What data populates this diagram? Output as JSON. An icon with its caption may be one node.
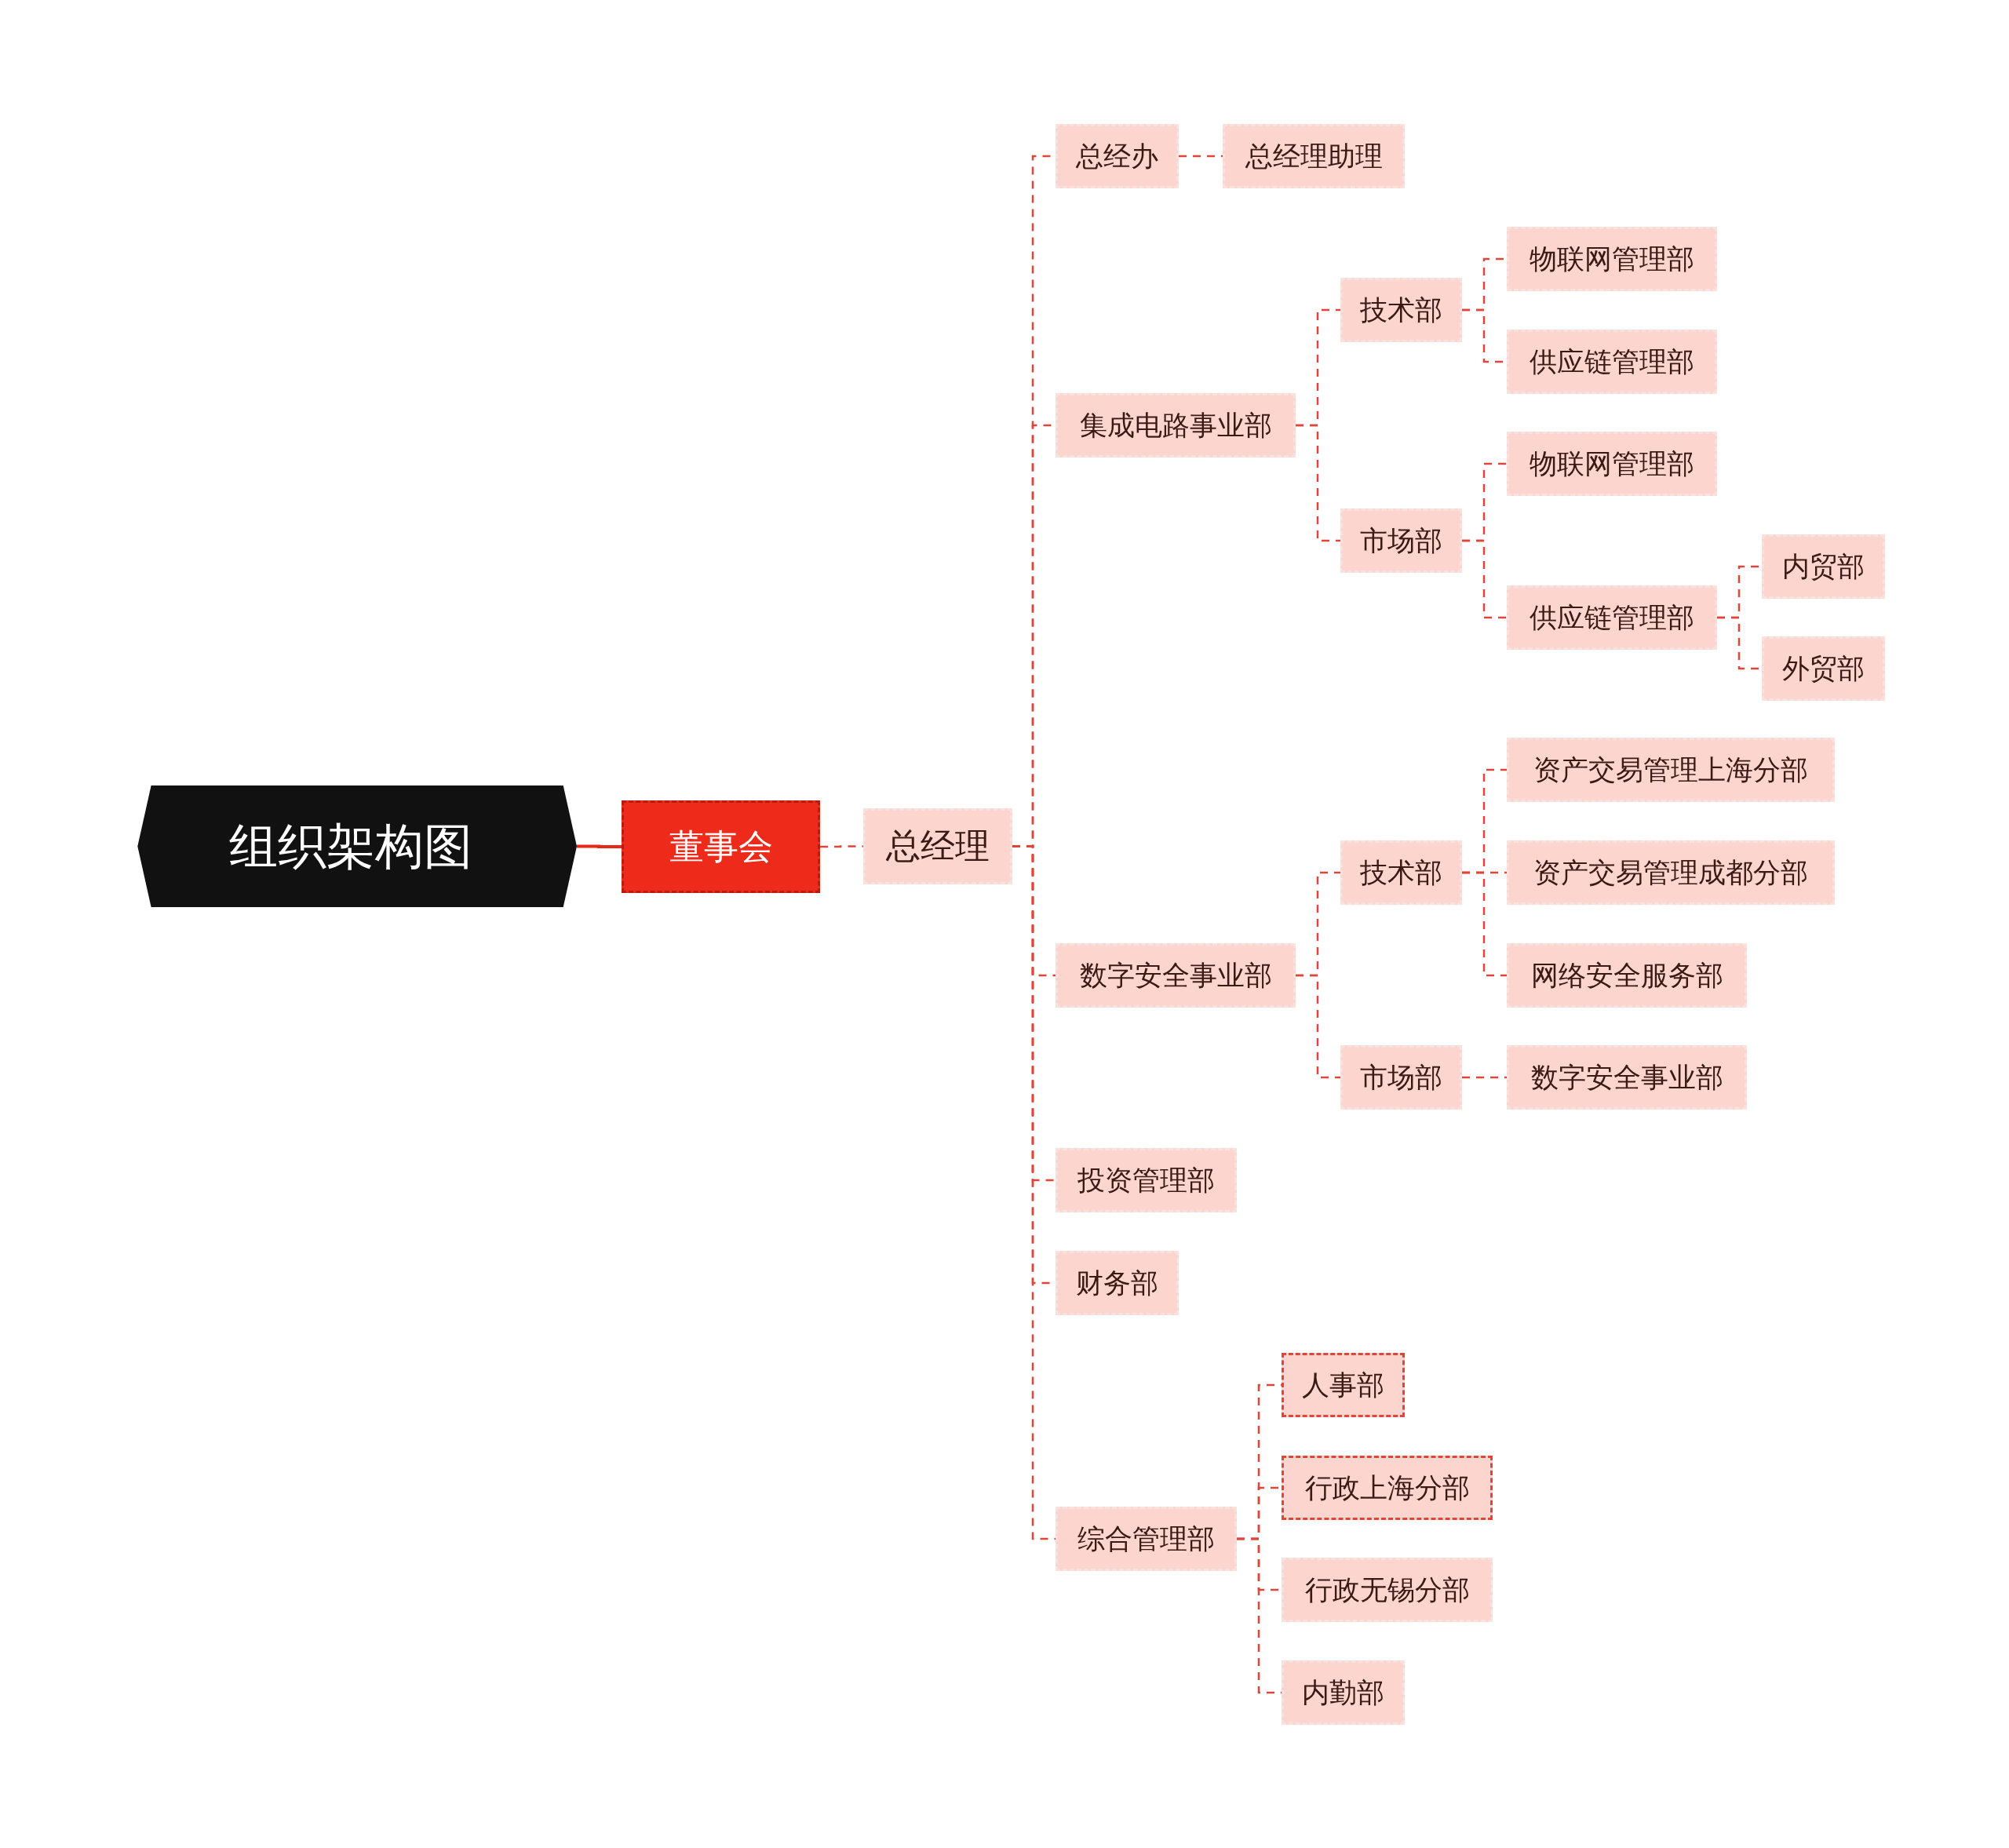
{
  "diagram": {
    "nodes": [
      {
        "text": [
          "组织架构图"
        ]
      },
      {
        "text": [
          "董事会"
        ]
      },
      {
        "text": [
          "总经理"
        ]
      },
      {
        "text": [
          "总经办"
        ]
      },
      {
        "text": [
          "总经理助理"
        ]
      },
      {
        "text": [
          "集成电路事业部"
        ]
      },
      {
        "text": [
          "技术部"
        ]
      },
      {
        "text": [
          "物联网管理部"
        ]
      },
      {
        "text": [
          "供应链管理部"
        ]
      },
      {
        "text": [
          "市场部"
        ]
      },
      {
        "text": [
          "物联网管理部"
        ]
      },
      {
        "text": [
          "供应链管理部"
        ]
      },
      {
        "text": [
          "内贸部"
        ]
      },
      {
        "text": [
          "外贸部"
        ]
      },
      {
        "text": [
          "数字安全事业部"
        ]
      },
      {
        "text": [
          "技术部"
        ]
      },
      {
        "text": [
          "资产交易管理上海分部"
        ]
      },
      {
        "text": [
          "资产交易管理成都分部"
        ]
      },
      {
        "text": [
          "网络安全服务部"
        ]
      },
      {
        "text": [
          "市场部"
        ]
      },
      {
        "text": [
          "数字安全事业部"
        ]
      },
      {
        "text": [
          "投资管理部"
        ]
      },
      {
        "text": [
          "财务部"
        ]
      },
      {
        "text": [
          "综合管理部"
        ]
      },
      {
        "text": [
          "人事部"
        ]
      },
      {
        "text": [
          "行政上海分部"
        ]
      },
      {
        "text": [
          "行政无锡分部"
        ]
      },
      {
        "text": [
          "内勤部"
        ]
      }
    ],
    "edges": [
      {
        "from": 0,
        "to": 1,
        "arrow": "none"
      },
      {
        "from": 1,
        "to": 2,
        "arrow": "none",
        "style": "dashed"
      },
      {
        "from": 2,
        "to": 3,
        "arrow": "none",
        "style": "dashed"
      },
      {
        "from": 3,
        "to": 4,
        "arrow": "none",
        "style": "dashed"
      },
      {
        "from": 2,
        "to": 5,
        "arrow": "none",
        "style": "dashed"
      },
      {
        "from": 5,
        "to": 6,
        "arrow": "none",
        "style": "dashed"
      },
      {
        "from": 6,
        "to": 7,
        "arrow": "none",
        "style": "dashed"
      },
      {
        "from": 6,
        "to": 8,
        "arrow": "none",
        "style": "dashed"
      },
      {
        "from": 5,
        "to": 9,
        "arrow": "none",
        "style": "dashed"
      },
      {
        "from": 9,
        "to": 10,
        "arrow": "none",
        "style": "dashed"
      },
      {
        "from": 9,
        "to": 11,
        "arrow": "none",
        "style": "dashed"
      },
      {
        "from": 11,
        "to": 12,
        "arrow": "none",
        "style": "dashed"
      },
      {
        "from": 11,
        "to": 13,
        "arrow": "none",
        "style": "dashed"
      },
      {
        "from": 2,
        "to": 14,
        "arrow": "none",
        "style": "dashed"
      },
      {
        "from": 14,
        "to": 15,
        "arrow": "none",
        "style": "dashed"
      },
      {
        "from": 15,
        "to": 16,
        "arrow": "none",
        "style": "dashed"
      },
      {
        "from": 15,
        "to": 17,
        "arrow": "none",
        "style": "dashed"
      },
      {
        "from": 15,
        "to": 18,
        "arrow": "none",
        "style": "dashed"
      },
      {
        "from": 14,
        "to": 19,
        "arrow": "none",
        "style": "dashed"
      },
      {
        "from": 19,
        "to": 20,
        "arrow": "none",
        "style": "dashed"
      },
      {
        "from": 2,
        "to": 21,
        "arrow": "none",
        "style": "dashed"
      },
      {
        "from": 2,
        "to": 22,
        "arrow": "none",
        "style": "dashed"
      },
      {
        "from": 2,
        "to": 23,
        "arrow": "none",
        "style": "dashed"
      },
      {
        "from": 23,
        "to": 24,
        "arrow": "none",
        "style": "dashed"
      },
      {
        "from": 23,
        "to": 25,
        "arrow": "none",
        "style": "dashed"
      },
      {
        "from": 23,
        "to": 26,
        "arrow": "none",
        "style": "dashed"
      },
      {
        "from": 23,
        "to": 27,
        "arrow": "none",
        "style": "dashed"
      }
    ]
  }
}
